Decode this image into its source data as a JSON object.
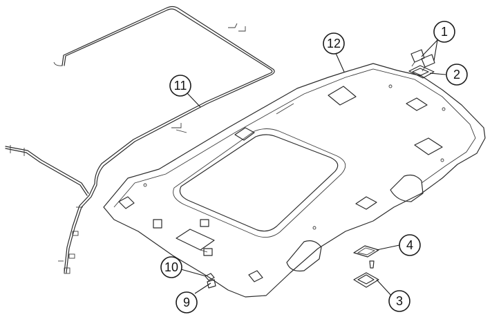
{
  "diagram": {
    "callouts": [
      {
        "id": "c1",
        "label": "1"
      },
      {
        "id": "c2",
        "label": "2"
      },
      {
        "id": "c3",
        "label": "3"
      },
      {
        "id": "c4",
        "label": "4"
      },
      {
        "id": "c9",
        "label": "9"
      },
      {
        "id": "c10",
        "label": "10"
      },
      {
        "id": "c11",
        "label": "11"
      },
      {
        "id": "c12",
        "label": "12"
      }
    ],
    "colors": {
      "headliner_fill": "#f2f2f2",
      "sunroof_fill": "#dcdcdc",
      "detail_fill": "#d6d6d6",
      "stroke": "#2a2a2a"
    }
  }
}
